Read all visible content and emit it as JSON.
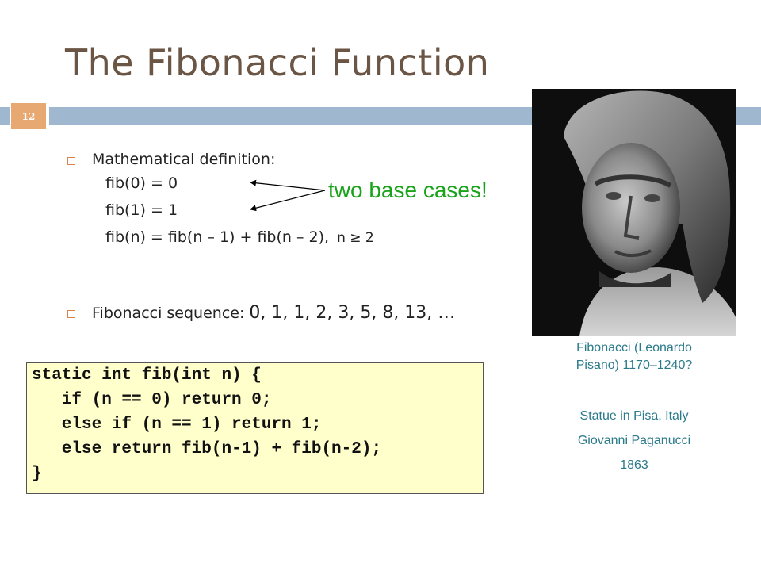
{
  "slide": {
    "title": "The Fibonacci Function",
    "number": "12"
  },
  "definition": {
    "heading": "Mathematical definition:",
    "line1": "fib(0) = 0",
    "line2": "fib(1) = 1",
    "line3": "fib(n) = fib(n – 1) + fib(n – 2),",
    "line3_cond": "n ≥ 2",
    "annotation": "two base cases!"
  },
  "sequence": {
    "label": "Fibonacci sequence:",
    "values": "0, 1, 1, 2, 3, 5, 8, 13, …"
  },
  "code": {
    "lines": [
      "static int fib(int n) {",
      "   if (n == 0) return 0;",
      "   else if (n == 1) return 1;",
      "   else return fib(n-1) + fib(n-2);",
      "}"
    ]
  },
  "image": {
    "subject": "Fibonacci statue photograph"
  },
  "caption": {
    "line1": "Fibonacci (Leonardo",
    "line2": "Pisano) 1170–1240?",
    "line3": "Statue in Pisa, Italy",
    "line4": "Giovanni Paganucci",
    "line5": "1863"
  },
  "colors": {
    "title": "#6b5544",
    "rule": "#9fb8cf",
    "badge": "#e8a872",
    "annotation": "#1aa31a",
    "code_bg": "#ffffcc",
    "caption": "#2a7a8a"
  }
}
